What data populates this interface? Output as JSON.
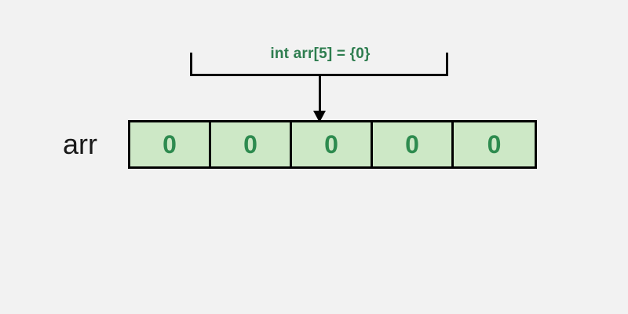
{
  "diagram": {
    "title": "int arr[5] = {0}",
    "background_color": "#f2f2f2",
    "annotation": {
      "text": "int arr[5] = {0}",
      "color": "#2e7d4f"
    },
    "pointer": {
      "icon": "down-arrow-icon",
      "target_cell_index": 2
    },
    "array": {
      "label": "arr",
      "length": 5,
      "cell_fill_color": "#cde8c6",
      "cell_border_color": "#000000",
      "value_color": "#2e8b4f",
      "cells": [
        {
          "value": "0"
        },
        {
          "value": "0"
        },
        {
          "value": "0"
        },
        {
          "value": "0"
        },
        {
          "value": "0"
        }
      ]
    }
  }
}
